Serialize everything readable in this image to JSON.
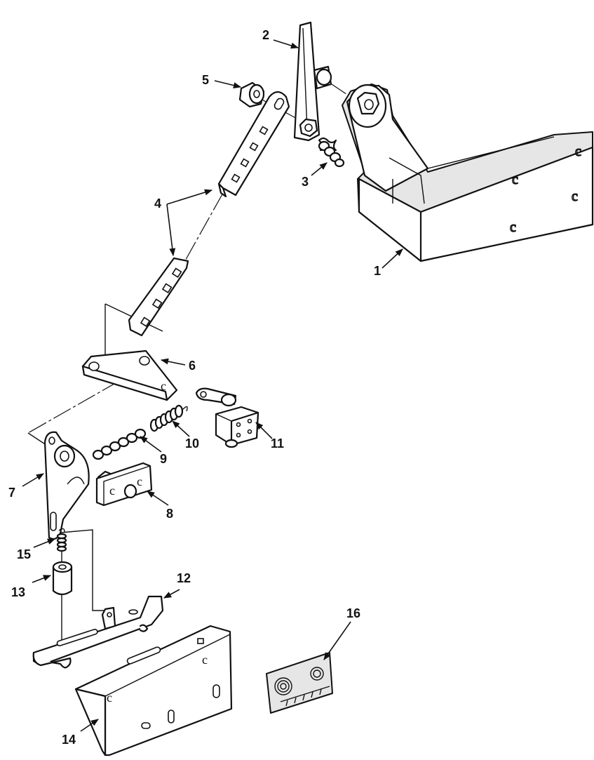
{
  "diagram": {
    "callouts": [
      {
        "id": "1",
        "label": "1",
        "part": "mounting-bracket"
      },
      {
        "id": "2",
        "label": "2",
        "part": "pivot-arm"
      },
      {
        "id": "3",
        "label": "3",
        "part": "spring"
      },
      {
        "id": "4",
        "label": "4",
        "part": "adjusting-link"
      },
      {
        "id": "5",
        "label": "5",
        "part": "bushing"
      },
      {
        "id": "6",
        "label": "6",
        "part": "bellcrank-plate"
      },
      {
        "id": "7",
        "label": "7",
        "part": "lever"
      },
      {
        "id": "8",
        "label": "8",
        "part": "pivot-plate"
      },
      {
        "id": "9",
        "label": "9",
        "part": "spring"
      },
      {
        "id": "10",
        "label": "10",
        "part": "spring"
      },
      {
        "id": "11",
        "label": "11",
        "part": "switch-assembly"
      },
      {
        "id": "12",
        "label": "12",
        "part": "slide-bar"
      },
      {
        "id": "13",
        "label": "13",
        "part": "sleeve"
      },
      {
        "id": "14",
        "label": "14",
        "part": "base-plate"
      },
      {
        "id": "15",
        "label": "15",
        "part": "spring"
      },
      {
        "id": "16",
        "label": "16",
        "part": "decal"
      }
    ]
  }
}
